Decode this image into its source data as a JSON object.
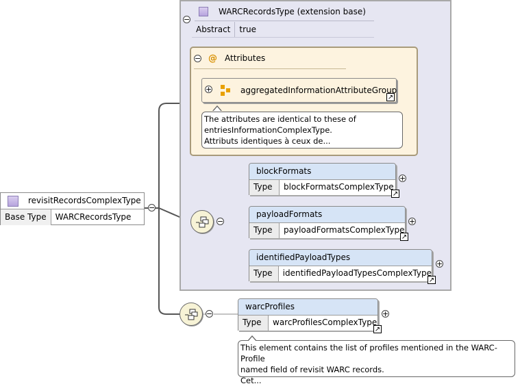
{
  "extension": {
    "title": "WARCRecordsType (extension base)",
    "abstract_label": "Abstract",
    "abstract_value": "true"
  },
  "attributes": {
    "label": "Attributes",
    "group_name": "aggregatedInformationAttributeGroup",
    "note_lines": [
      "The attributes are identical to these of",
      "entriesInformationComplexType.",
      "Attributs identiques à ceux de..."
    ]
  },
  "elements": [
    {
      "name": "blockFormats",
      "type_label": "Type",
      "type": "blockFormatsComplexType"
    },
    {
      "name": "payloadFormats",
      "type_label": "Type",
      "type": "payloadFormatsComplexType"
    },
    {
      "name": "identifiedPayloadTypes",
      "type_label": "Type",
      "type": "identifiedPayloadTypesComplexType"
    },
    {
      "name": "warcProfiles",
      "type_label": "Type",
      "type": "warcProfilesComplexType"
    }
  ],
  "warc_note_lines": [
    "This element contains the list of profiles mentioned in the WARC-Profile",
    "named field of revisit WARC records.",
    "Cet..."
  ],
  "root": {
    "name": "revisitRecordsComplexType",
    "base_label": "Base Type",
    "base_value": "WARCRecordsType"
  },
  "symbols": {
    "collapse": "−",
    "expand": "+",
    "at": "@",
    "link": "↗"
  },
  "colors": {
    "extension_bg": "#e6e6f2",
    "attribute_bg": "#fdf3df",
    "element_header": "#d6e4f6",
    "sequence_bg": "#f7f3d6"
  }
}
